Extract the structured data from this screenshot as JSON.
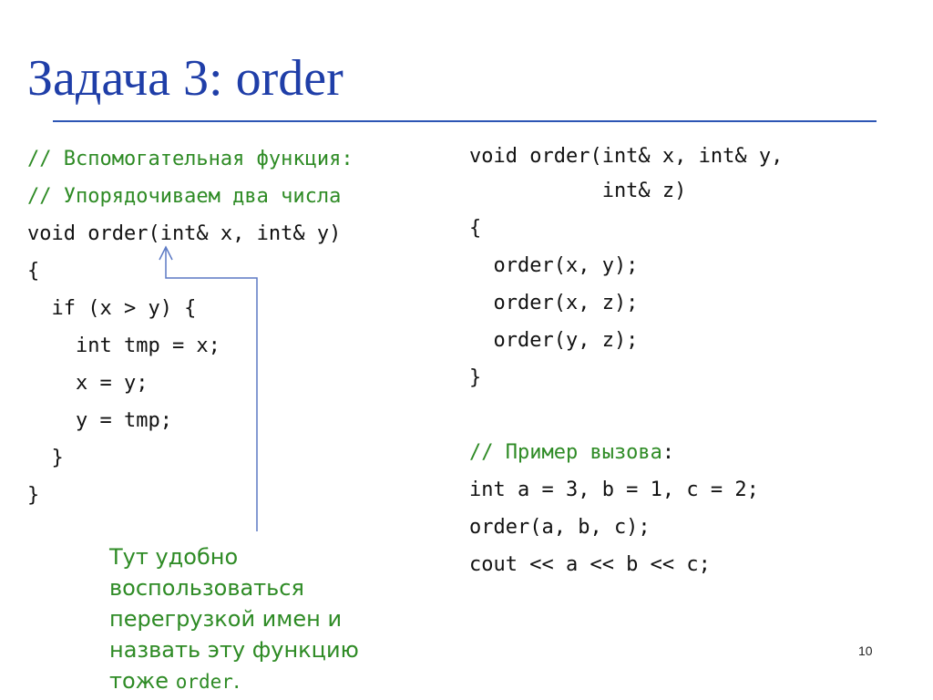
{
  "slide": {
    "title": "Задача 3: order",
    "page_number": "10"
  },
  "left_code": {
    "comment1": "// Вспомогательная функция:",
    "comment2": "// Упорядочиваем два числа",
    "line3": "void order(int& x, int& y)",
    "line4": "{",
    "line5": "  if (x > y) {",
    "line6": "    int tmp = x;",
    "line7": "    x = y;",
    "line8": "    y = tmp;",
    "line9": "  }",
    "line10": "}"
  },
  "right_code": {
    "line1": "void order(int& x, int& y,",
    "line2": "           int& z)",
    "line3": "{",
    "line4": "  order(x, y);",
    "line5": "  order(x, z);",
    "line6": "  order(y, z);",
    "line7": "}",
    "line8": "",
    "comment_example": "// Пример вызова",
    "comment_colon": ":",
    "line10": "int a = 3, b = 1, c = 2;",
    "line11": "order(a, b, c);",
    "line12": "cout << a << b << c;"
  },
  "note": {
    "line1": "Тут удобно",
    "line2": "воспользоваться",
    "line3": "перегрузкой имен и",
    "line4": "назвать эту функцию",
    "line5_text": "тоже ",
    "line5_code": "order",
    "line5_end": "."
  },
  "colors": {
    "title": "#1f3ea8",
    "rule": "#2d56b4",
    "comment": "#2e8b25",
    "code": "#111111",
    "arrow": "#5b79c4"
  },
  "icons": {
    "arrow": "callout-arrow-icon"
  }
}
